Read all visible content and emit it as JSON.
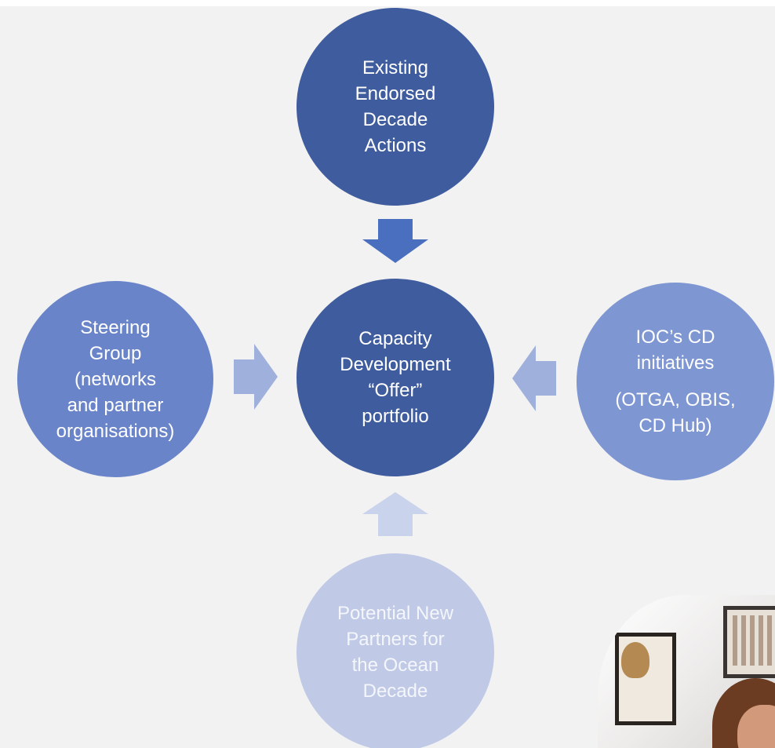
{
  "diagram": {
    "nodes": {
      "top": {
        "label": "Existing\nEndorsed\nDecade\nActions"
      },
      "center": {
        "label": "Capacity\nDevelopment\n“Offer”\nportfolio"
      },
      "left": {
        "label": "Steering\nGroup\n(networks\nand partner\norganisations)"
      },
      "right": {
        "label": "IOC’s CD\ninitiatives",
        "sublabel": "(OTGA, OBIS,\nCD Hub)"
      },
      "bottom": {
        "label": "Potential New\nPartners for\nthe Ocean\nDecade"
      }
    },
    "arrow_colors": {
      "top": "#4a6fbf",
      "left": "#9fb0dc",
      "right": "#9fb0dc",
      "bottom": "#c9d3ec"
    }
  }
}
